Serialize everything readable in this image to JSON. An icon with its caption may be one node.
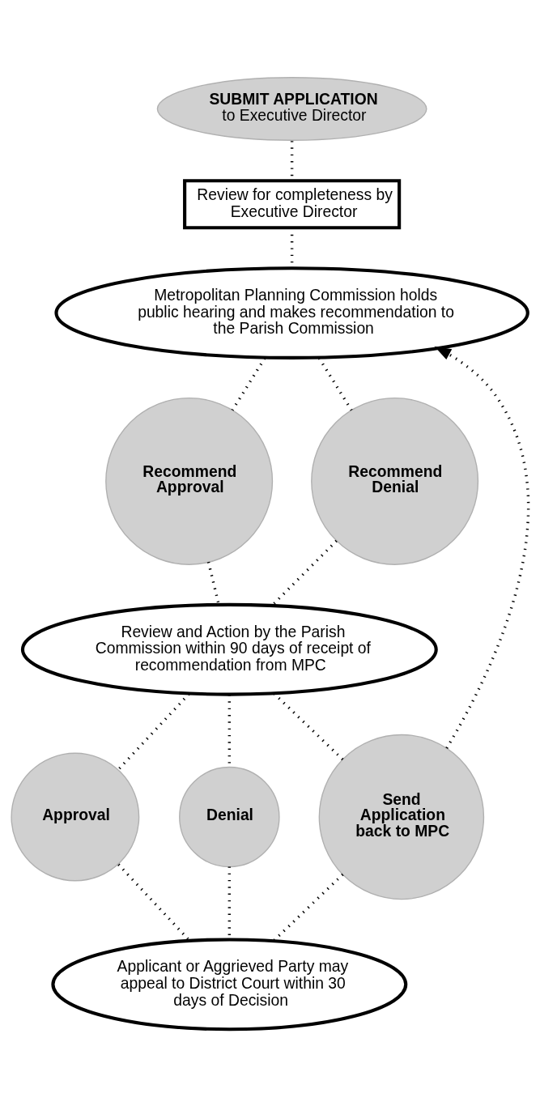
{
  "diagram": {
    "nodes": [
      {
        "text": [
          "SUBMIT APPLICATION",
          "to Executive Director"
        ]
      },
      {
        "text": [
          "Review for completeness by Executive Director"
        ]
      },
      {
        "text": [
          "Metropolitan Planning Commission holds public hearing and makes recommendation to the Parish Commission"
        ]
      },
      {
        "text": [
          "Recommend Approval"
        ]
      },
      {
        "text": [
          "Recommend Denial"
        ]
      },
      {
        "text": [
          "Review and Action by the Parish Commission within 90 days of receipt of recommendation from MPC"
        ]
      },
      {
        "text": [
          "Approval"
        ]
      },
      {
        "text": [
          "Denial"
        ]
      },
      {
        "text": [
          "Send Application back to MPC"
        ]
      },
      {
        "text": [
          "Applicant or Aggrieved Party may appeal to District Court within 30 days of Decision"
        ]
      }
    ],
    "edges": [
      {
        "from": 0,
        "to": 1,
        "arrow": "none"
      },
      {
        "from": 1,
        "to": 2,
        "arrow": "none"
      },
      {
        "from": 2,
        "to": 3,
        "arrow": "none"
      },
      {
        "from": 2,
        "to": 4,
        "arrow": "none"
      },
      {
        "from": 3,
        "to": 5,
        "arrow": "none"
      },
      {
        "from": 4,
        "to": 5,
        "arrow": "none"
      },
      {
        "from": 5,
        "to": 6,
        "arrow": "none"
      },
      {
        "from": 5,
        "to": 7,
        "arrow": "none"
      },
      {
        "from": 5,
        "to": 8,
        "arrow": "none"
      },
      {
        "from": 8,
        "to": 2,
        "arrow": "to"
      },
      {
        "from": 6,
        "to": 9,
        "arrow": "none"
      },
      {
        "from": 7,
        "to": 9,
        "arrow": "none"
      },
      {
        "from": 8,
        "to": 9,
        "arrow": "none"
      }
    ]
  }
}
